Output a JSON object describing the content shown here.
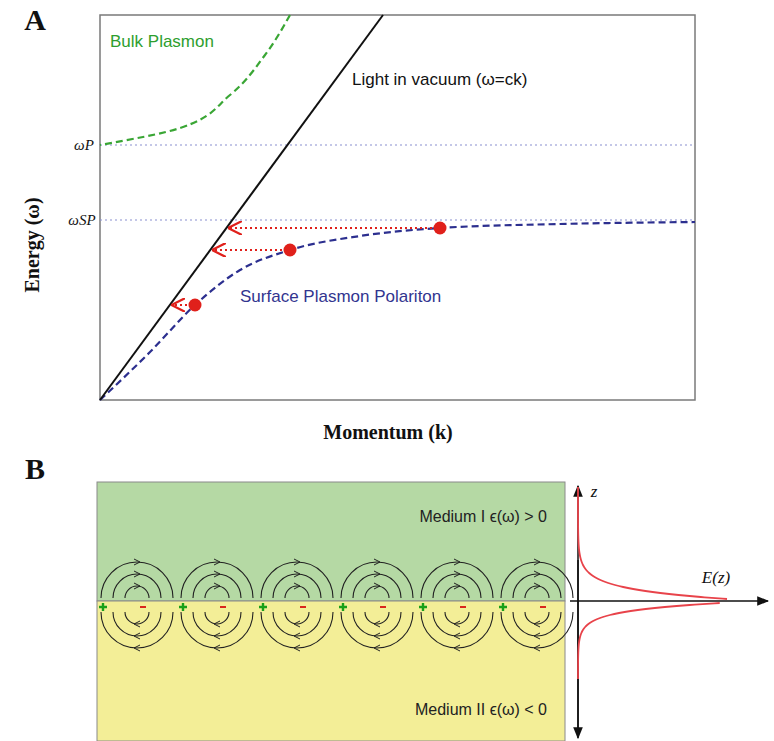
{
  "diagram": {
    "nodes": [
      {
        "text": [
          "Medium I ϵ(ω) > 0"
        ]
      },
      {
        "text": [
          "Medium II ϵ(ω) < 0"
        ]
      }
    ],
    "labels": [
      "A",
      "Bulk Plasmon",
      "Light in vacuum (ω=ck)",
      "ωP",
      "ωSP",
      "Surface Plasmon Polariton",
      "Energy (ω)",
      "Momentum (k)",
      "B",
      "z",
      "E(z)"
    ]
  }
}
